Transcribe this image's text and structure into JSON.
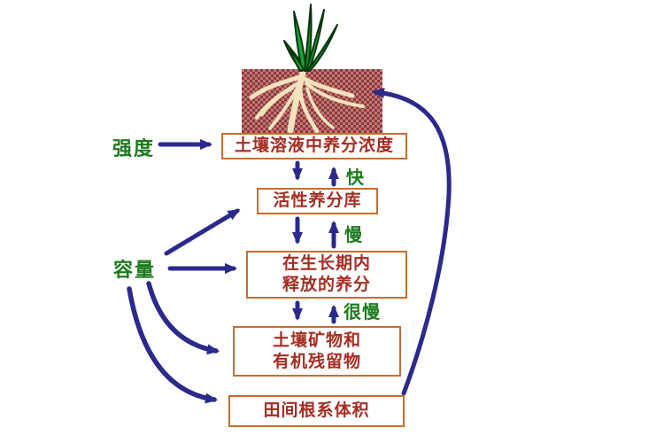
{
  "diagram": {
    "description": "soil-nutrient-supply-flow-diagram",
    "labels": {
      "intensity": "强度",
      "capacity": "容量",
      "fast": "快",
      "slow": "慢",
      "very_slow": "很慢"
    },
    "boxes": {
      "soil_solution": {
        "label": "土壤溶液中养分浓度"
      },
      "active_pool": {
        "label": "活性养分库"
      },
      "released": {
        "line1": "在生长期内",
        "line2": "释放的养分"
      },
      "minerals": {
        "line1": "土壤矿物和",
        "line2": "有机残留物"
      },
      "root_volume": {
        "label": "田间根系体积"
      }
    },
    "colors": {
      "box_border": "#c76e2e",
      "box_text": "#a52d22",
      "label_green": "#1d7a1d",
      "arrow_blue": "#2a2a8c",
      "soil_dark": "#8f3939",
      "soil_light": "#c07878",
      "leaf_green": "#17a338",
      "leaf_outline": "#07350e",
      "root_cream": "#f1e3bd"
    }
  }
}
